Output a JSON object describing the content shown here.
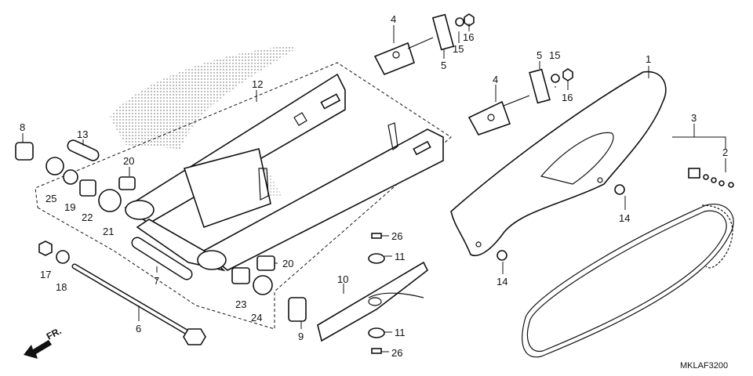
{
  "diagram_code": "MKLAF3200",
  "direction_label": "FR.",
  "callouts": [
    {
      "id": "c1",
      "label": "1"
    },
    {
      "id": "c2",
      "label": "2"
    },
    {
      "id": "c3",
      "label": "3"
    },
    {
      "id": "c4a",
      "label": "4"
    },
    {
      "id": "c4b",
      "label": "4"
    },
    {
      "id": "c5a",
      "label": "5"
    },
    {
      "id": "c5b",
      "label": "5"
    },
    {
      "id": "c6",
      "label": "6"
    },
    {
      "id": "c7",
      "label": "7"
    },
    {
      "id": "c8",
      "label": "8"
    },
    {
      "id": "c9",
      "label": "9"
    },
    {
      "id": "c10",
      "label": "10"
    },
    {
      "id": "c11a",
      "label": "11"
    },
    {
      "id": "c11b",
      "label": "11"
    },
    {
      "id": "c12",
      "label": "12"
    },
    {
      "id": "c13",
      "label": "13"
    },
    {
      "id": "c14a",
      "label": "14"
    },
    {
      "id": "c14b",
      "label": "14"
    },
    {
      "id": "c15a",
      "label": "15"
    },
    {
      "id": "c15b",
      "label": "15"
    },
    {
      "id": "c16a",
      "label": "16"
    },
    {
      "id": "c16b",
      "label": "16"
    },
    {
      "id": "c17",
      "label": "17"
    },
    {
      "id": "c18",
      "label": "18"
    },
    {
      "id": "c19",
      "label": "19"
    },
    {
      "id": "c20a",
      "label": "20"
    },
    {
      "id": "c20b",
      "label": "20"
    },
    {
      "id": "c21",
      "label": "21"
    },
    {
      "id": "c22",
      "label": "22"
    },
    {
      "id": "c23",
      "label": "23"
    },
    {
      "id": "c24",
      "label": "24"
    },
    {
      "id": "c25",
      "label": "25"
    },
    {
      "id": "c26a",
      "label": "26"
    },
    {
      "id": "c26b",
      "label": "26"
    }
  ]
}
